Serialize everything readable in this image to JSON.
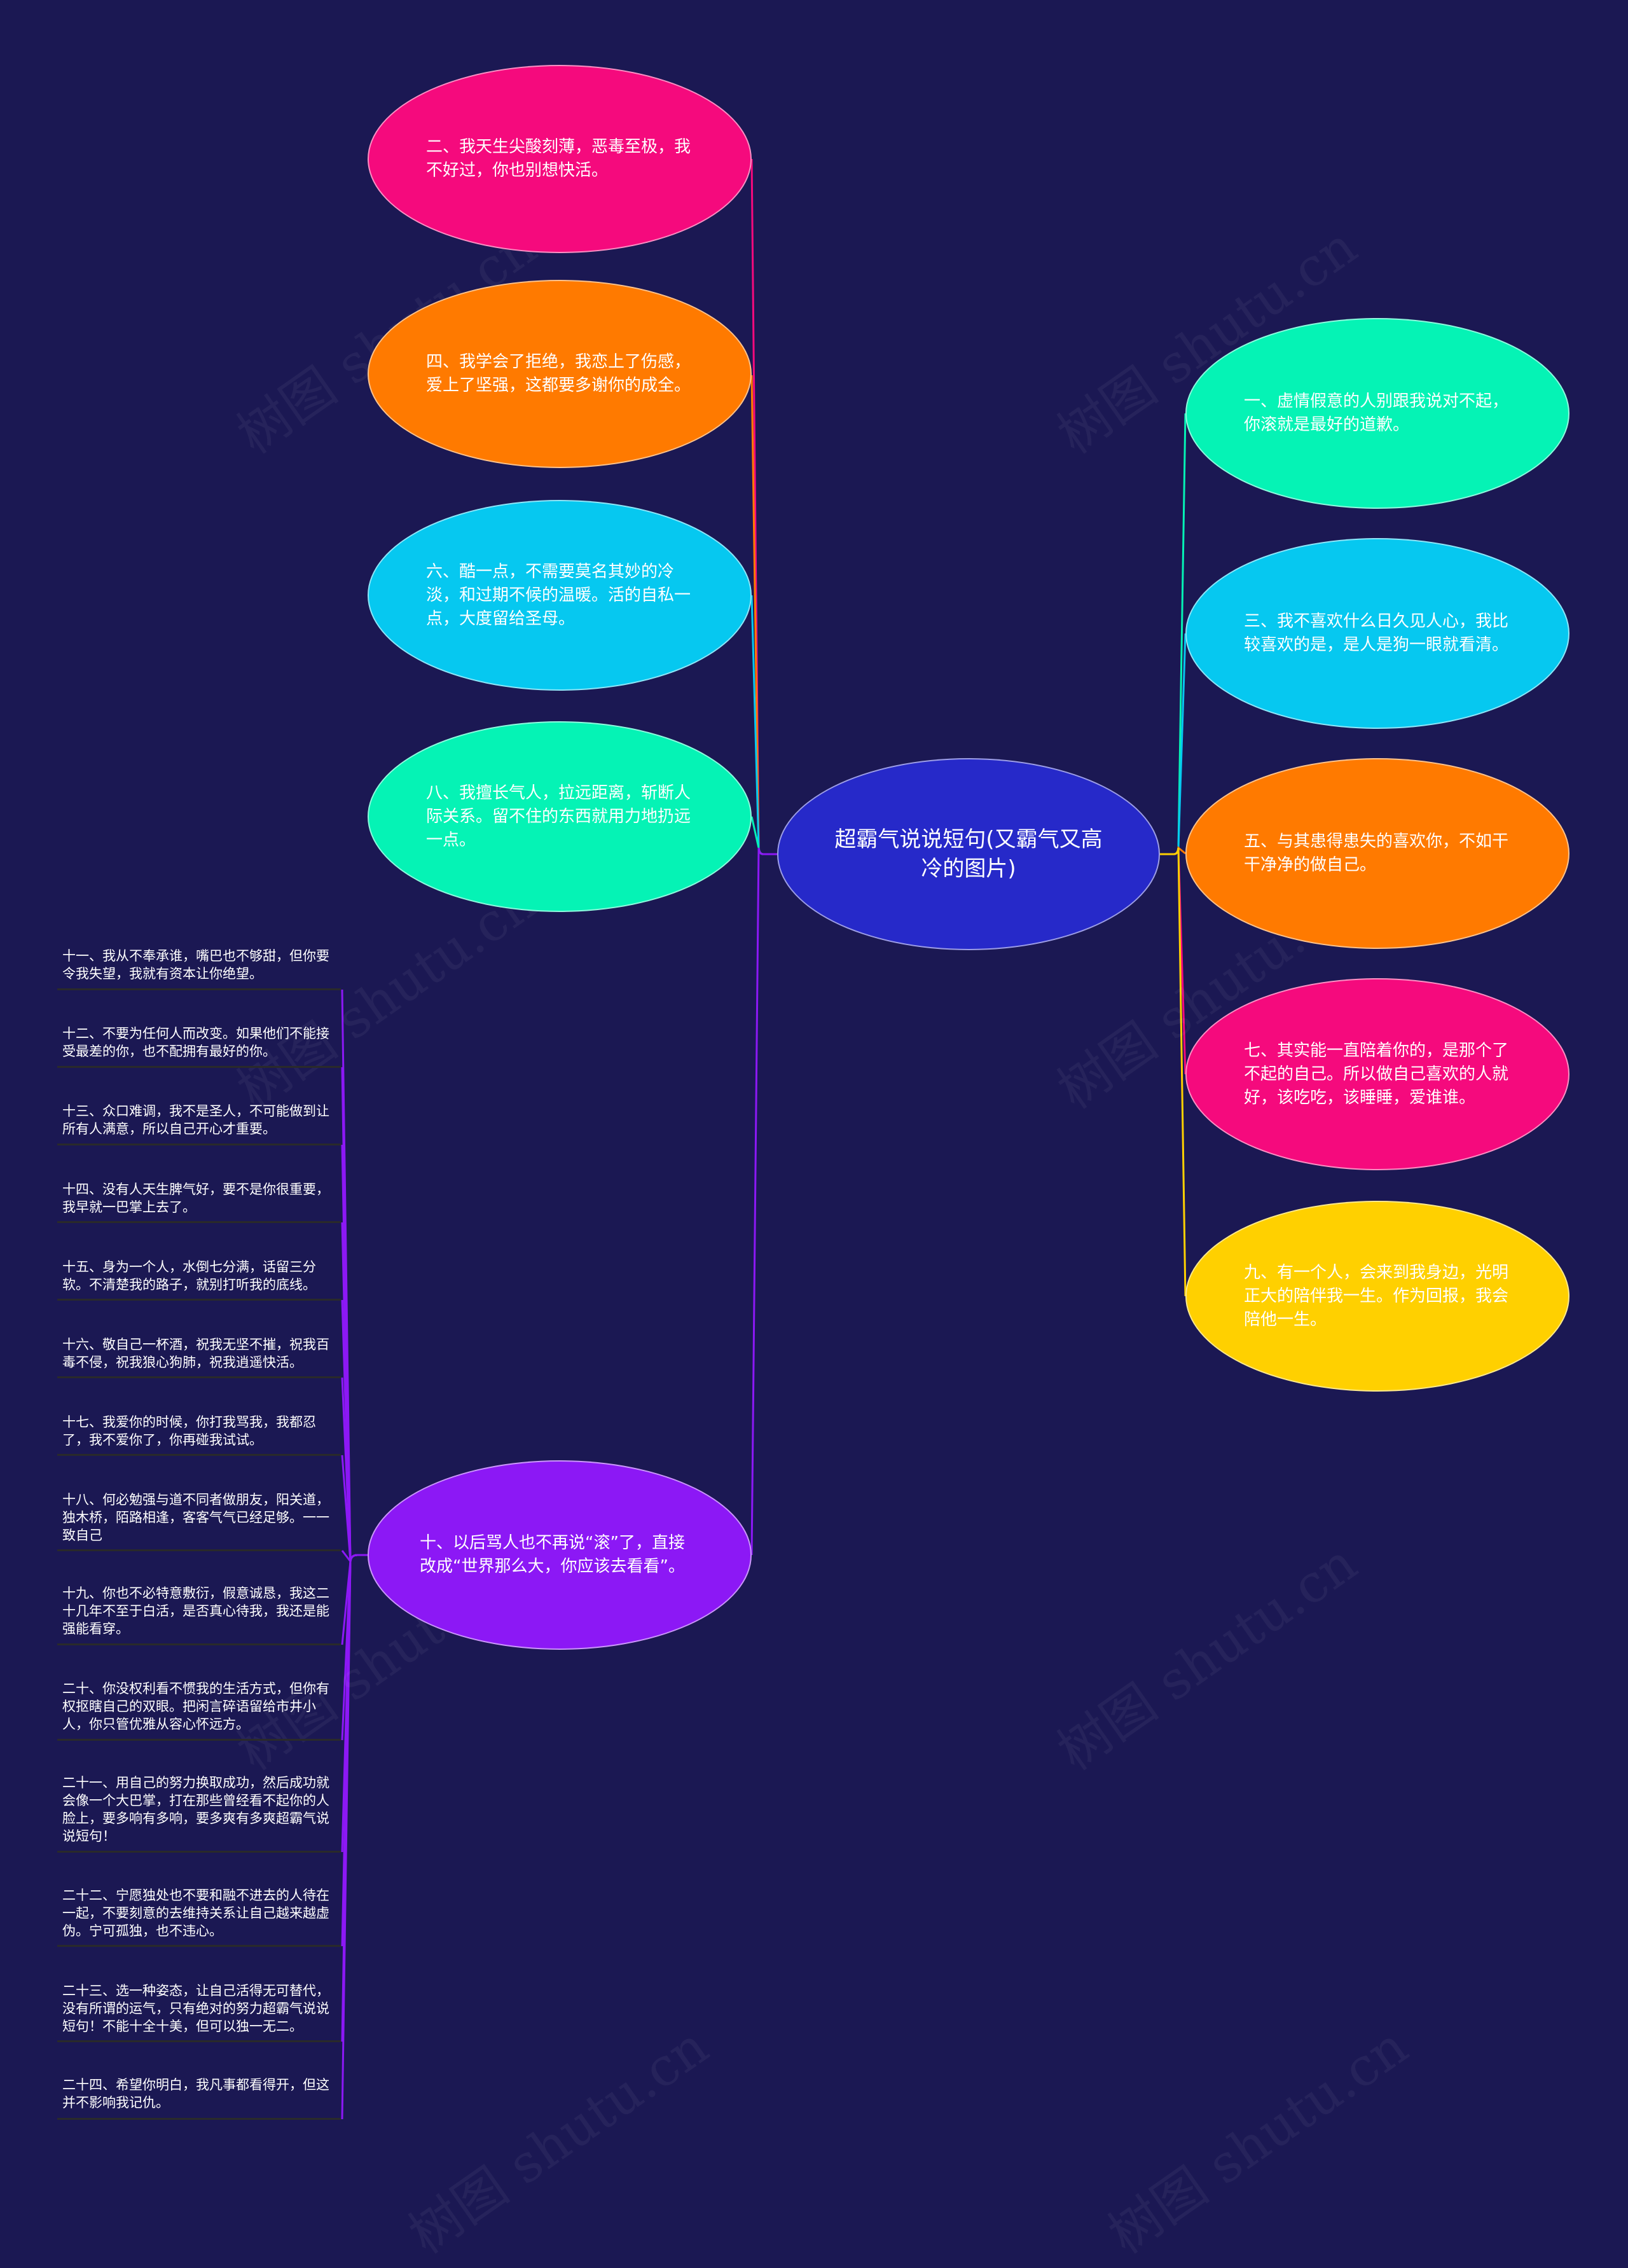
{
  "center": {
    "text": "超霸气说说短句(又霸气又高冷的图片)",
    "color": "#2629c9"
  },
  "left_nodes": [
    {
      "text": "二、我天生尖酸刻薄，恶毒至极，我不好过，你也别想快活。",
      "color": "#f50a7d"
    },
    {
      "text": "四、我学会了拒绝，我恋上了伤感，爱上了坚强，这都要多谢你的成全。",
      "color": "#ff7a00"
    },
    {
      "text": "六、酷一点，不需要莫名其妙的冷淡，和过期不候的温暖。活的自私一点，大度留给圣母。",
      "color": "#06c8f0"
    },
    {
      "text": "八、我擅长气人，拉远距离，斩断人际关系。留不住的东西就用力地扔远一点。",
      "color": "#05f3b5"
    },
    {
      "text": "十、以后骂人也不再说“滚”了，直接改成“世界那么大，你应该去看看”。",
      "color": "#8c18f5"
    }
  ],
  "right_nodes": [
    {
      "text": "一、虚情假意的人别跟我说对不起，你滚就是最好的道歉。",
      "color": "#05f3b5"
    },
    {
      "text": "三、我不喜欢什么日久见人心，我比较喜欢的是，是人是狗一眼就看清。",
      "color": "#06c8f0"
    },
    {
      "text": "五、与其患得患失的喜欢你，不如干干净净的做自己。",
      "color": "#ff7a00"
    },
    {
      "text": "七、其实能一直陪着你的，是那个了不起的自己。所以做自己喜欢的人就好，该吃吃，该睡睡，爱谁谁。",
      "color": "#f50a7d"
    },
    {
      "text": "九、有一个人，会来到我身边，光明正大的陪伴我一生。作为回报，我会陪他一生。",
      "color": "#ffd000"
    }
  ],
  "leaves": [
    "十一、我从不奉承谁，嘴巴也不够甜，但你要令我失望，我就有资本让你绝望。",
    "十二、不要为任何人而改变。如果他们不能接受最差的你，也不配拥有最好的你。",
    "十三、众口难调，我不是圣人，不可能做到让所有人满意，所以自己开心才重要。",
    "十四、没有人天生脾气好，要不是你很重要，我早就一巴掌上去了。",
    "十五、身为一个人，水倒七分满，话留三分软。不清楚我的路子，就别打听我的底线。",
    "十六、敬自己一杯酒，祝我无坚不摧，祝我百毒不侵，祝我狼心狗肺，祝我逍遥快活。",
    "十七、我爱你的时候，你打我骂我，我都忍了，我不爱你了，你再碰我试试。",
    "十八、何必勉强与道不同者做朋友，阳关道，独木桥，陌路相逢，客客气气已经足够。一一致自己",
    "十九、你也不必特意敷衍，假意诚恳，我这二十几年不至于白活，是否真心待我，我还是能强能看穿。",
    "二十、你没权利看不惯我的生活方式，但你有权抠瞎自己的双眼。把闲言碎语留给市井小人，你只管优雅从容心怀远方。",
    "二十一、用自己的努力换取成功，然后成功就会像一个大巴掌，打在那些曾经看不起你的人脸上，要多响有多响，要多爽有多爽超霸气说说短句！",
    "二十二、宁愿独处也不要和融不进去的人待在一起，不要刻意的去维持关系让自己越来越虚伪。宁可孤独，也不违心。",
    "二十三、选一种姿态，让自己活得无可替代，没有所谓的运气，只有绝对的努力超霸气说说短句！不能十全十美，但可以独一无二。",
    "二十四、希望你明白，我凡事都看得开，但这并不影响我记仇。"
  ],
  "watermark": "树图 shutu.cn",
  "colors": {
    "background": "#1b1853",
    "leaf_branch": "#8c18f5",
    "leaf_underline": "#2a2a2a"
  }
}
